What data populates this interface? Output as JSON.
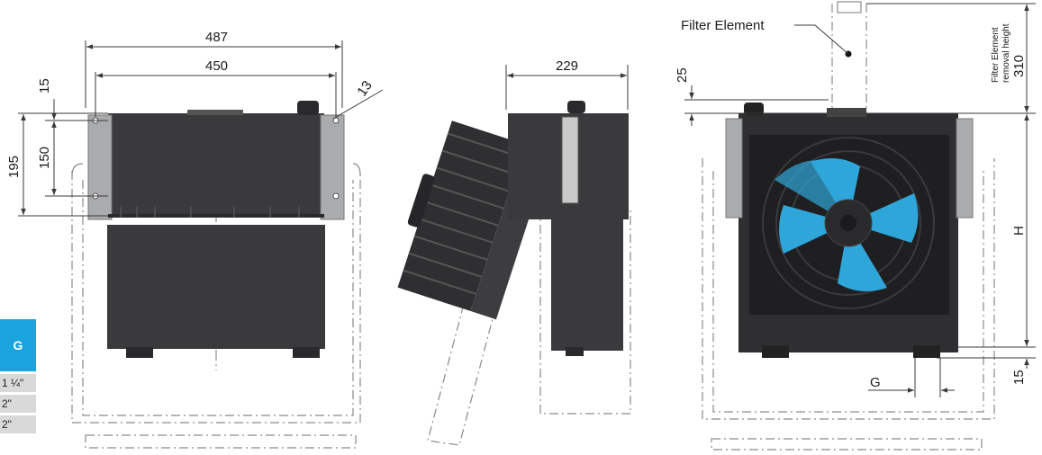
{
  "table": {
    "header": "G",
    "rows": [
      "1 ¼\"",
      "2\"",
      "2\""
    ]
  },
  "front_view": {
    "dims": {
      "overall_width": "487",
      "bolt_width": "450",
      "top_offset": "15",
      "bolt_spacing": "150",
      "bracket_height": "195",
      "hole_dia": "13"
    }
  },
  "side_view": {
    "dims": {
      "depth": "229"
    }
  },
  "rear_view": {
    "labels": {
      "filter_element": "Filter Element",
      "filter_removal_line1": "Filter Element",
      "filter_removal_line2": "removal height",
      "height": "H",
      "port": "G"
    },
    "dims": {
      "top_clearance": "25",
      "removal_height": "310",
      "bottom_offset": "15"
    }
  },
  "colors": {
    "body": "#3a3a3c",
    "body_dark": "#2a2a2c",
    "bracket": "#a9abad",
    "fan_blade": "#2fa6d9",
    "line": "#3a3a3a",
    "table_header": "#1ba3dd",
    "table_cell": "#d9d9d9"
  }
}
